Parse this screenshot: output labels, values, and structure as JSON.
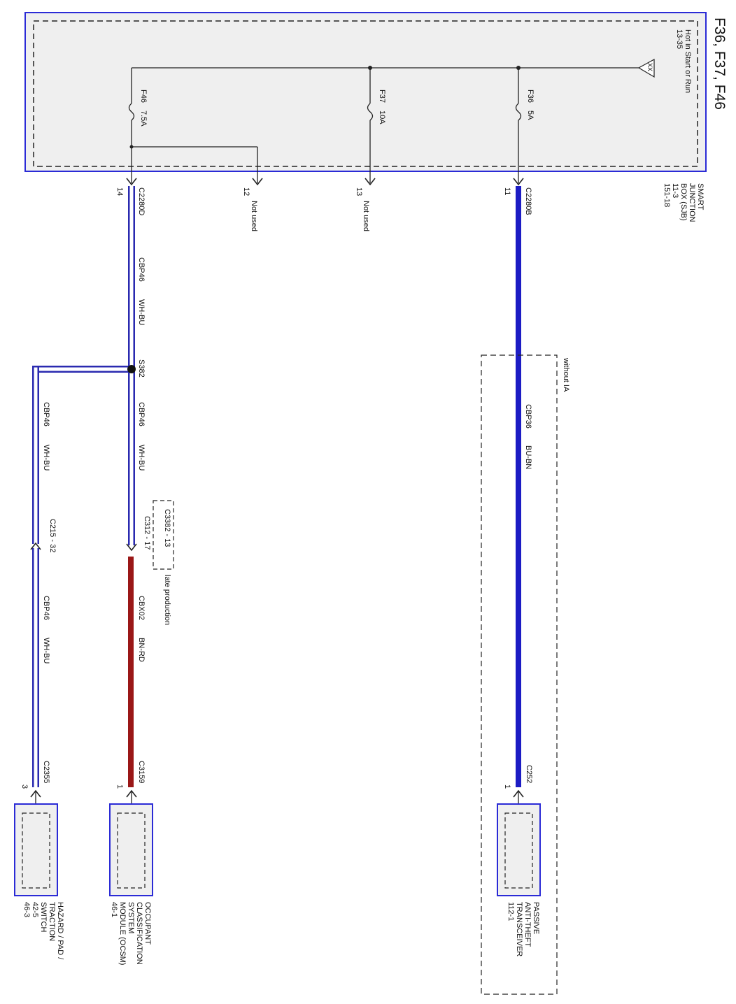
{
  "page_title": "F36, F37, F46",
  "sjb": {
    "label_lines": [
      "SMART",
      "JUNCTION",
      "BOX (SJB)",
      "11-3",
      "151-18"
    ],
    "power": {
      "label_lines": [
        "Hot in Start or Run",
        "13-35"
      ],
      "symbol": "XX"
    }
  },
  "fuses": [
    {
      "name": "F36",
      "rating": "5A"
    },
    {
      "name": "F37",
      "rating": "10A"
    },
    {
      "name": "F46",
      "rating": "7.5A"
    }
  ],
  "sjb_pins": [
    {
      "connector": "C2280B",
      "pin": "11",
      "note": ""
    },
    {
      "connector": "",
      "pin": "13",
      "note": "Not used"
    },
    {
      "connector": "",
      "pin": "12",
      "note": "Not used"
    },
    {
      "connector": "C2280D",
      "pin": "14",
      "note": ""
    }
  ],
  "wires": [
    {
      "circuit": "CBP36",
      "color": "BU-BN"
    },
    {
      "circuit": "CBP46",
      "color": "WH-BU"
    },
    {
      "circuit": "CBP46",
      "color": "WH-BU"
    },
    {
      "circuit": "CBP46",
      "color": "WH-BU"
    },
    {
      "circuit": "CBX02",
      "color": "BN-RD"
    },
    {
      "circuit": "CBP46",
      "color": "WH-BU"
    }
  ],
  "splice": "S382",
  "inline_connectors": {
    "c312": "C312 - 17",
    "c3382": "C3382 - 13",
    "late_production": "late production",
    "c215": "C215 - 32"
  },
  "option_box": {
    "label": "without IA"
  },
  "components": [
    {
      "connector": "C252",
      "pin": "1",
      "label_lines": [
        "PASSIVE",
        "ANTI-THEFT",
        "TRANSCEIVER",
        "112-1"
      ]
    },
    {
      "connector": "C3159",
      "pin": "1",
      "label_lines": [
        "OCCUPANT",
        "CLASSIFICATION",
        "SYSTEM",
        "MODULE (OCSM)",
        "46-1"
      ]
    },
    {
      "connector": "C2355",
      "pin": "3",
      "label_lines": [
        "HAZARD / PAD /",
        "TRACTION",
        "SWITCH",
        "42-5",
        "46-3"
      ]
    }
  ],
  "colors": {
    "module_border": "#2b2bd6",
    "module_fill": "#efefef",
    "wire_blue": "#1c1cc4",
    "wire_red": "#9a1717",
    "wire_white_blue_edge": "#2a2ab0"
  }
}
